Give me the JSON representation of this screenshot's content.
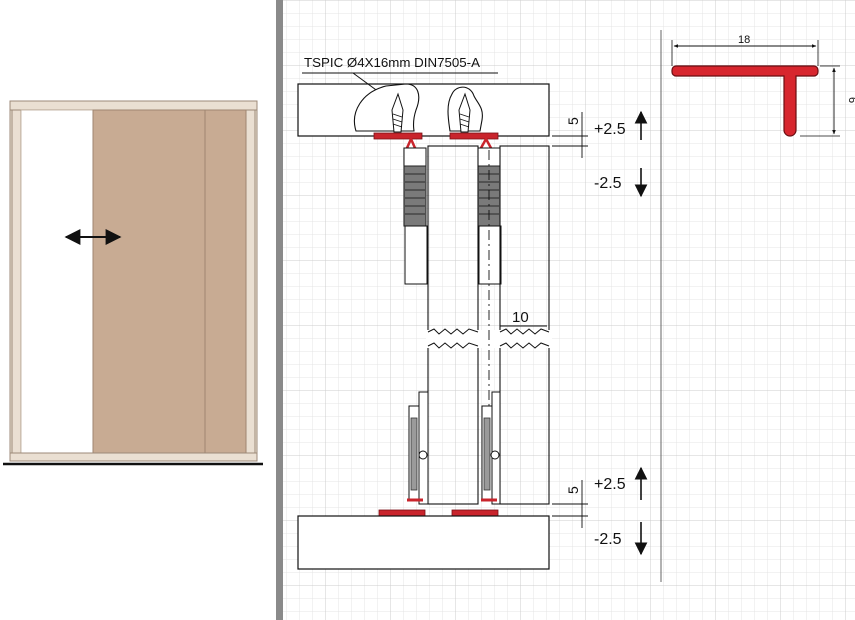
{
  "colors": {
    "panel": "#c8ab93",
    "frame": "#e9dccc",
    "frame_edge": "#a8907a",
    "grid_minor": "#e2e2e2",
    "grid_major": "#cfcfcf",
    "accent_red": "#d7262e",
    "separator": "#7a7a7a"
  },
  "icons": {
    "slide_direction": "double-arrow-icon",
    "adjust_up": "arrow-up-icon",
    "adjust_down": "arrow-down-icon"
  },
  "labels": {
    "screw_spec": "TSPIC Ø4X16mm DIN7505-A",
    "gap_between_doors": "10",
    "top_clearance": "5",
    "top_adjust_up": "+2.5",
    "top_adjust_down": "-2.5",
    "bottom_clearance": "5",
    "bottom_adjust_up": "+2.5",
    "bottom_adjust_down": "-2.5",
    "profile_width": "18",
    "profile_height": "6"
  }
}
